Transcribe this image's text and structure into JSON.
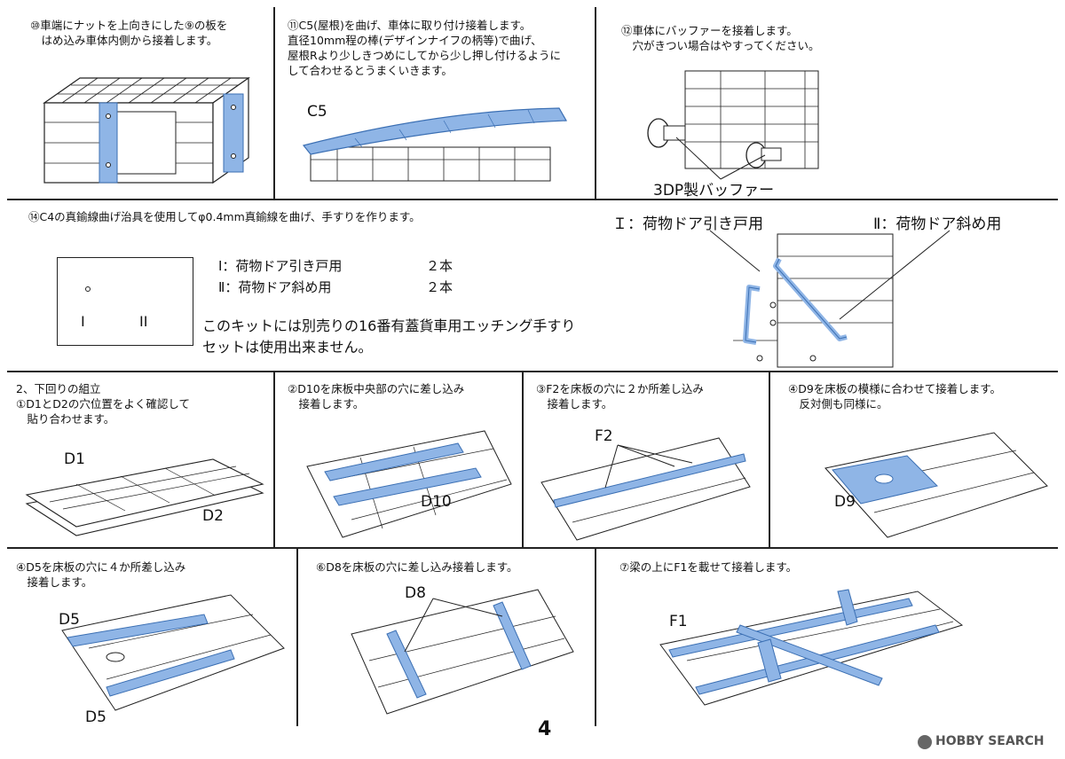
{
  "colors": {
    "part_fill": "#8fb5e6",
    "part_stroke": "#3b6fb3",
    "line": "#222222"
  },
  "panels": {
    "s10": {
      "text": "⑩車端にナットを上向きにした⑨の板を\n　はめ込み車体内側から接着します。"
    },
    "s11": {
      "text": "⑪C5(屋根)を曲げ、車体に取り付け接着します。\n直径10mm程の棒(デザインナイフの柄等)で曲げ、\n屋根Rより少しきつめにしてから少し押し付けるように\nして合わせるとうまくいきます。",
      "label": "C5"
    },
    "s12": {
      "text": "⑫車体にバッファーを接着します。\n　穴がきつい場合はやすってください。",
      "label": "3DP製バッファー"
    },
    "s14": {
      "text": "⑭C4の真鍮線曲げ治具を使用してφ0.4mm真鍮線を曲げ、手すりを作ります。",
      "jig_marks": [
        "I",
        "II"
      ],
      "items": [
        {
          "name": "Ⅰ：荷物ドア引き戸用",
          "qty": "２本"
        },
        {
          "name": "Ⅱ：荷物ドア斜め用",
          "qty": "２本"
        }
      ],
      "note": "このキットには別売りの16番有蓋貨車用エッチング手すり\nセットは使用出来ません。",
      "label_left": "Ｉ：荷物ドア引き戸用",
      "label_right": "Ⅱ：荷物ドア斜め用"
    },
    "u1": {
      "text": "2、下回りの組立\n①D1とD2の穴位置をよく確認して\n　貼り合わせます。",
      "label_a": "D1",
      "label_b": "D2"
    },
    "u2": {
      "text": "②D10を床板中央部の穴に差し込み\n　接着します。",
      "label": "D10"
    },
    "u3": {
      "text": "③F2を床板の穴に２か所差し込み\n　接着します。",
      "label": "F2"
    },
    "u4": {
      "text": "④D9を床板の模様に合わせて接着します。\n　反対側も同様に。",
      "label": "D9"
    },
    "u5": {
      "text": "④D5を床板の穴に４か所差し込み\n　接着します。",
      "label_a": "D5",
      "label_b": "D5"
    },
    "u6": {
      "text": "⑥D8を床板の穴に差し込み接着します。",
      "label": "D8"
    },
    "u7": {
      "text": "⑦梁の上にF1を載せて接着します。",
      "label": "F1"
    }
  },
  "page_number": "4",
  "watermark": "HOBBY SEARCH"
}
